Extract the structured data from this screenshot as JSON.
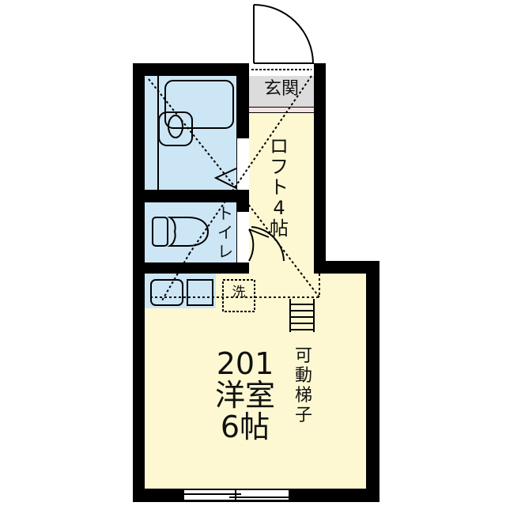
{
  "floorplan": {
    "unit_number": "201",
    "rooms": {
      "western_room": {
        "label": "洋室",
        "size": "6帖",
        "color": "#fdf8d2"
      },
      "loft": {
        "label": "ロフト4帖",
        "chars": [
          "ロ",
          "フ",
          "ト",
          "4",
          "帖"
        ],
        "color": "#fdf8d2"
      },
      "entrance": {
        "label": "玄関",
        "color": "#dcdcdc"
      },
      "toilet": {
        "label": "トイレ",
        "chars": [
          "ト",
          "イ",
          "レ"
        ],
        "color": "#cde6f5"
      },
      "bathroom": {
        "label": "",
        "color": "#cde6f5"
      },
      "washroom": {
        "label": "",
        "color": "#cde6f5"
      }
    },
    "fixtures": {
      "washer_space": "洗",
      "movable_ladder": {
        "label": "可動梯子",
        "chars": [
          "可",
          "動",
          "梯",
          "子"
        ]
      }
    },
    "colors": {
      "wall": "#000000",
      "living": "#fdf8d2",
      "wet_area": "#cde6f5",
      "entrance": "#dcdcdc",
      "entrance_strip": "#f4e3e3"
    }
  }
}
